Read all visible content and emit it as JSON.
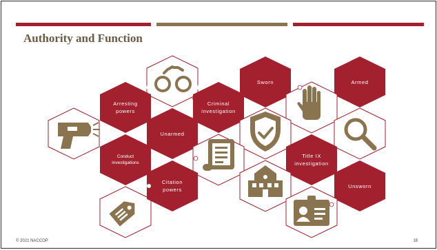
{
  "slide": {
    "title": "Authority and Function",
    "footer_left": "© 2021 NACCOP",
    "page_number": "18"
  },
  "colors": {
    "crimson": "#a3202f",
    "tan": "#8a7450",
    "outline": "#a3202f"
  },
  "hexagons": {
    "arresting": "Arresting\npowers",
    "criminal": "Criminal\ninvestigation",
    "sworn": "Sworn",
    "armed": "Armed",
    "unarmed": "Unarmed",
    "conduct": "Conduct\ninvestigations",
    "title_ix": "Title IX\ninvestigation",
    "citation": "Citation\npowers",
    "unsworn": "Unsworn"
  },
  "icons": {
    "handcuffs": "handcuffs-icon",
    "taser": "taser-icon",
    "shield": "shield-check-icon",
    "hand": "raised-hand-icon",
    "magnifier": "magnifying-glass-icon",
    "scroll": "scroll-icon",
    "school": "school-building-icon",
    "tag": "price-tag-icon",
    "id_card": "id-card-icon"
  }
}
